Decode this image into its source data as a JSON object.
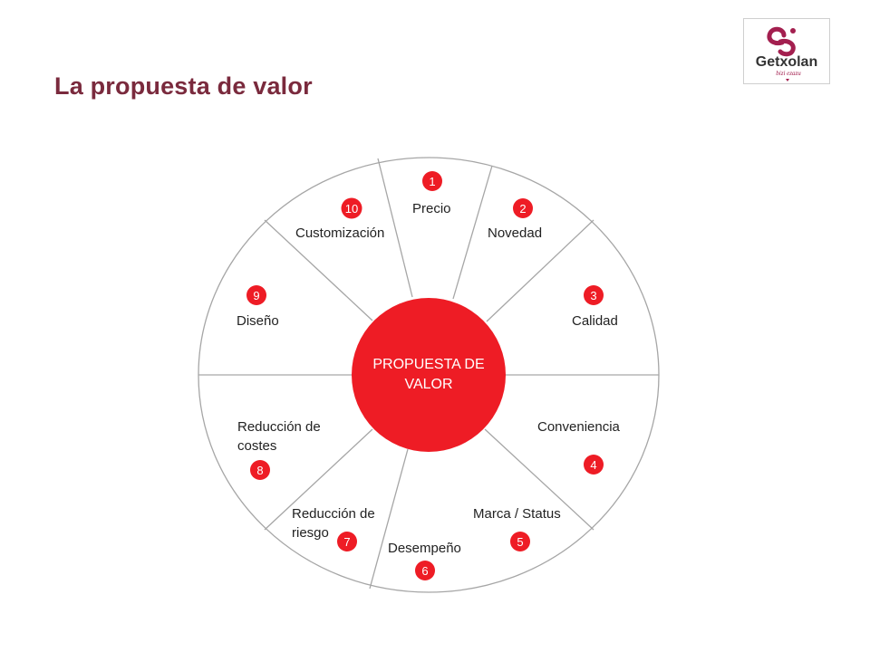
{
  "page": {
    "title": "La propuesta de valor"
  },
  "logo": {
    "brand": "Getxolan",
    "tagline": "bizi ezazu"
  },
  "diagram": {
    "center_line1": "PROPUESTA DE",
    "center_line2": "VALOR",
    "segments": [
      {
        "number": "1",
        "label_line1": "Precio",
        "label_line2": ""
      },
      {
        "number": "2",
        "label_line1": "Novedad",
        "label_line2": ""
      },
      {
        "number": "3",
        "label_line1": "Calidad",
        "label_line2": ""
      },
      {
        "number": "4",
        "label_line1": "Conveniencia",
        "label_line2": ""
      },
      {
        "number": "5",
        "label_line1": "Marca / Status",
        "label_line2": ""
      },
      {
        "number": "6",
        "label_line1": "Desempeño",
        "label_line2": ""
      },
      {
        "number": "7",
        "label_line1": "Reducción de",
        "label_line2": "riesgo"
      },
      {
        "number": "8",
        "label_line1": "Reducción de",
        "label_line2": "costes"
      },
      {
        "number": "9",
        "label_line1": "Diseño",
        "label_line2": ""
      },
      {
        "number": "10",
        "label_line1": "Customización",
        "label_line2": ""
      }
    ],
    "colors": {
      "accent": "#ee1c25",
      "divider": "#a6a6a6",
      "title": "#7a2a3d",
      "logo_brand": "#a31f4f"
    }
  }
}
